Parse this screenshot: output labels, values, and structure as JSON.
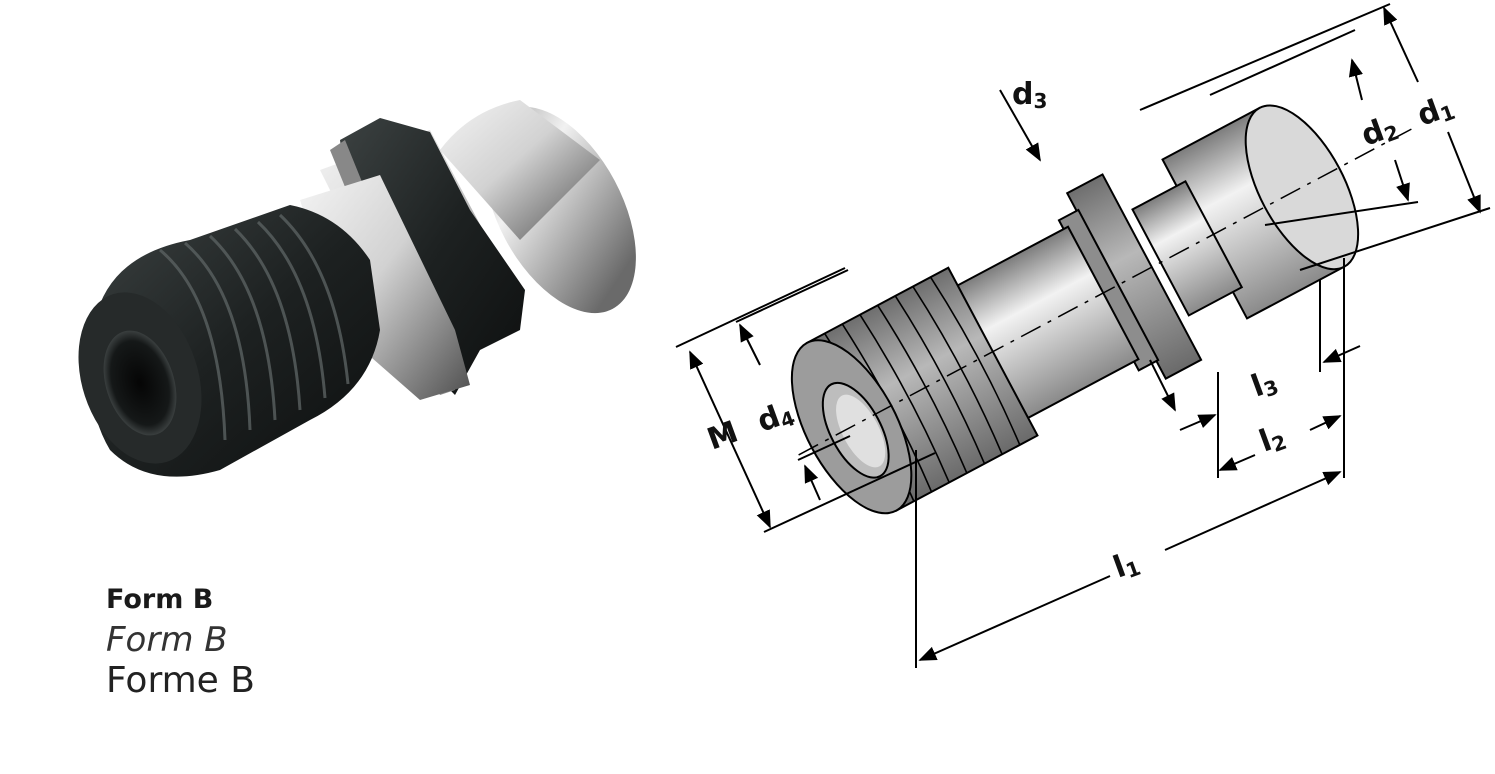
{
  "captions": {
    "de": "Form B",
    "en": "Form B",
    "fr": "Forme B"
  },
  "dimensions": {
    "d1": {
      "base": "d",
      "sub": "1"
    },
    "d2": {
      "base": "d",
      "sub": "2"
    },
    "d3": {
      "base": "d",
      "sub": "3"
    },
    "d4": {
      "base": "d",
      "sub": "4"
    },
    "M": {
      "base": "M",
      "sub": ""
    },
    "l1": {
      "base": "l",
      "sub": "1"
    },
    "l2": {
      "base": "l",
      "sub": "2"
    },
    "l3": {
      "base": "l",
      "sub": "3"
    }
  },
  "colors": {
    "steel_light": "#e8e8e8",
    "steel_mid": "#a9a9a9",
    "steel_dark": "#5c5c5c",
    "coating_dark": "#1c1f1f",
    "drawing_gray": "#9a9a9a",
    "drawing_light": "#c9c9c9"
  }
}
